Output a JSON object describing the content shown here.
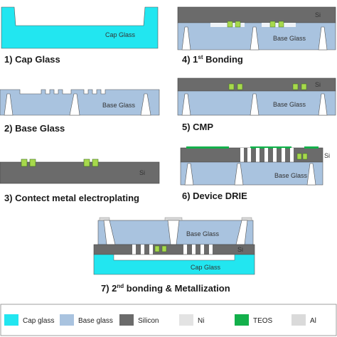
{
  "steps": {
    "s1": "1) Cap Glass",
    "s2": "2) Base Glass",
    "s3": "3) Contect metal electroplating",
    "s4_pre": "4) 1",
    "s4_sup": "st",
    "s4_post": " Bonding",
    "s5": "5) CMP",
    "s6": "6) Device DRIE",
    "s7_pre": "7) 2",
    "s7_sup": "nd",
    "s7_post": " bonding & Metallization"
  },
  "labels": {
    "cap_glass": "Cap Glass",
    "base_glass": "Base Glass",
    "si": "Si"
  },
  "legend": [
    {
      "label": "Cap glass",
      "color": "#22e6f0"
    },
    {
      "label": "Base glass",
      "color": "#a9c3df"
    },
    {
      "label": "Silicon",
      "color": "#6b6b6b"
    },
    {
      "label": "Ni",
      "color": "#e3e3e3"
    },
    {
      "label": "TEOS",
      "color": "#13b04b"
    },
    {
      "label": "Al",
      "color": "#dadada"
    }
  ],
  "colors": {
    "cap": "#22e6f0",
    "base": "#a9c3df",
    "silicon": "#6b6b6b",
    "ni": "#e3e3e3",
    "teos": "#13b04b",
    "al": "#dadada",
    "metal_pad": "#a7d94c"
  }
}
